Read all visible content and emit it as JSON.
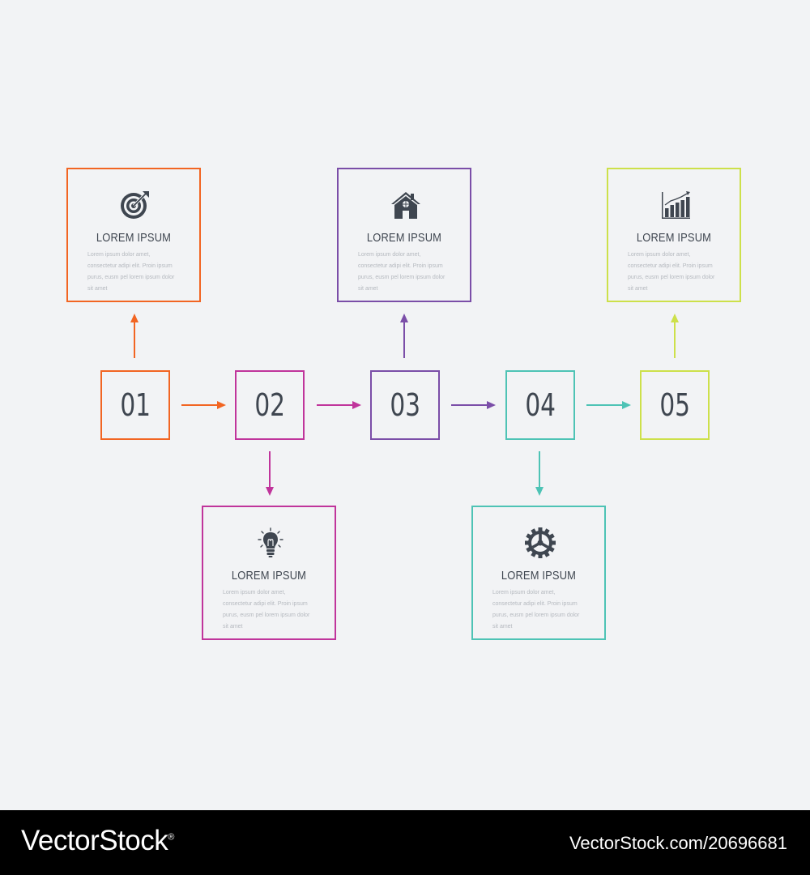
{
  "colors": {
    "step1": "#f26522",
    "step2": "#c0349b",
    "step3": "#7b4ea8",
    "step4": "#4ec3b5",
    "step5": "#cde04a",
    "text_dark": "#3f4650",
    "text_light": "#b5b9bf",
    "background": "#f2f3f5"
  },
  "steps": [
    {
      "number": "01",
      "title": "LOREM IPSUM",
      "text": "Lorem ipsum dolor amet, consectetur adipi elit. Proin ipsum purus, eusm pel lorem ipsum dolor sit amet",
      "icon": "target-icon"
    },
    {
      "number": "02",
      "title": "LOREM IPSUM",
      "text": "Lorem ipsum dolor amet, consectetur adipi elit. Proin ipsum purus, eusm pel lorem ipsum dolor sit amet",
      "icon": "lightbulb-icon"
    },
    {
      "number": "03",
      "title": "LOREM IPSUM",
      "text": "Lorem ipsum dolor amet, consectetur adipi elit. Proin ipsum purus, eusm pel lorem ipsum dolor sit amet",
      "icon": "house-icon"
    },
    {
      "number": "04",
      "title": "LOREM IPSUM",
      "text": "Lorem ipsum dolor amet, consectetur adipi elit. Proin ipsum purus, eusm pel lorem ipsum dolor sit amet",
      "icon": "gear-icon"
    },
    {
      "number": "05",
      "title": "LOREM IPSUM",
      "text": "Lorem ipsum dolor amet, consectetur adipi elit. Proin ipsum purus, eusm pel lorem ipsum dolor sit amet",
      "icon": "bar-chart-icon"
    }
  ],
  "footer": {
    "brand": "VectorStock",
    "trademark": "®",
    "image_id": "VectorStock.com/20696681"
  }
}
